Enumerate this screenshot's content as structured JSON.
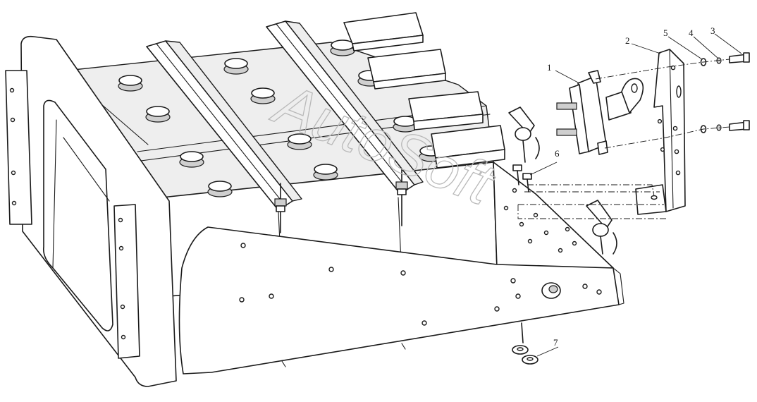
{
  "callouts": [
    {
      "id": "1",
      "text": "1"
    },
    {
      "id": "2",
      "text": "2"
    },
    {
      "id": "3",
      "text": "3"
    },
    {
      "id": "4",
      "text": "4"
    },
    {
      "id": "5",
      "text": "5"
    },
    {
      "id": "6",
      "text": "6"
    },
    {
      "id": "7",
      "text": "7"
    }
  ],
  "watermark": "AutoSoft"
}
